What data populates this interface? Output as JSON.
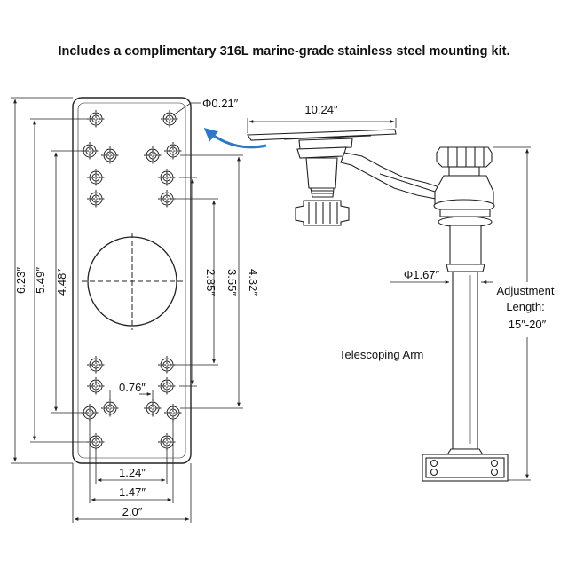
{
  "caption": "Includes a complimentary 316L marine-grade stainless steel mounting kit.",
  "plate": {
    "hole_diameter": "Φ0.21″",
    "dim_overall_height": "6.23″",
    "dim_outer_hole_span": "5.49″",
    "dim_inner_hole_span": "4.48″",
    "dim_right_span_a": "2.85″",
    "dim_right_span_b": "3.55″",
    "dim_right_span_c": "4.32″",
    "dim_small_gap": "0.76″",
    "dim_width_a": "1.24″",
    "dim_width_b": "1.47″",
    "dim_width_overall": "2.0″"
  },
  "mount": {
    "top_width": "10.24″",
    "arm_diameter": "Φ1.67″",
    "arm_label": "Telescoping Arm",
    "adjustment_label_1": "Adjustment",
    "adjustment_label_2": "Length:",
    "adjustment_range": "15″-20″"
  },
  "colors": {
    "arrow": "#2f78c4",
    "line": "#222222"
  }
}
